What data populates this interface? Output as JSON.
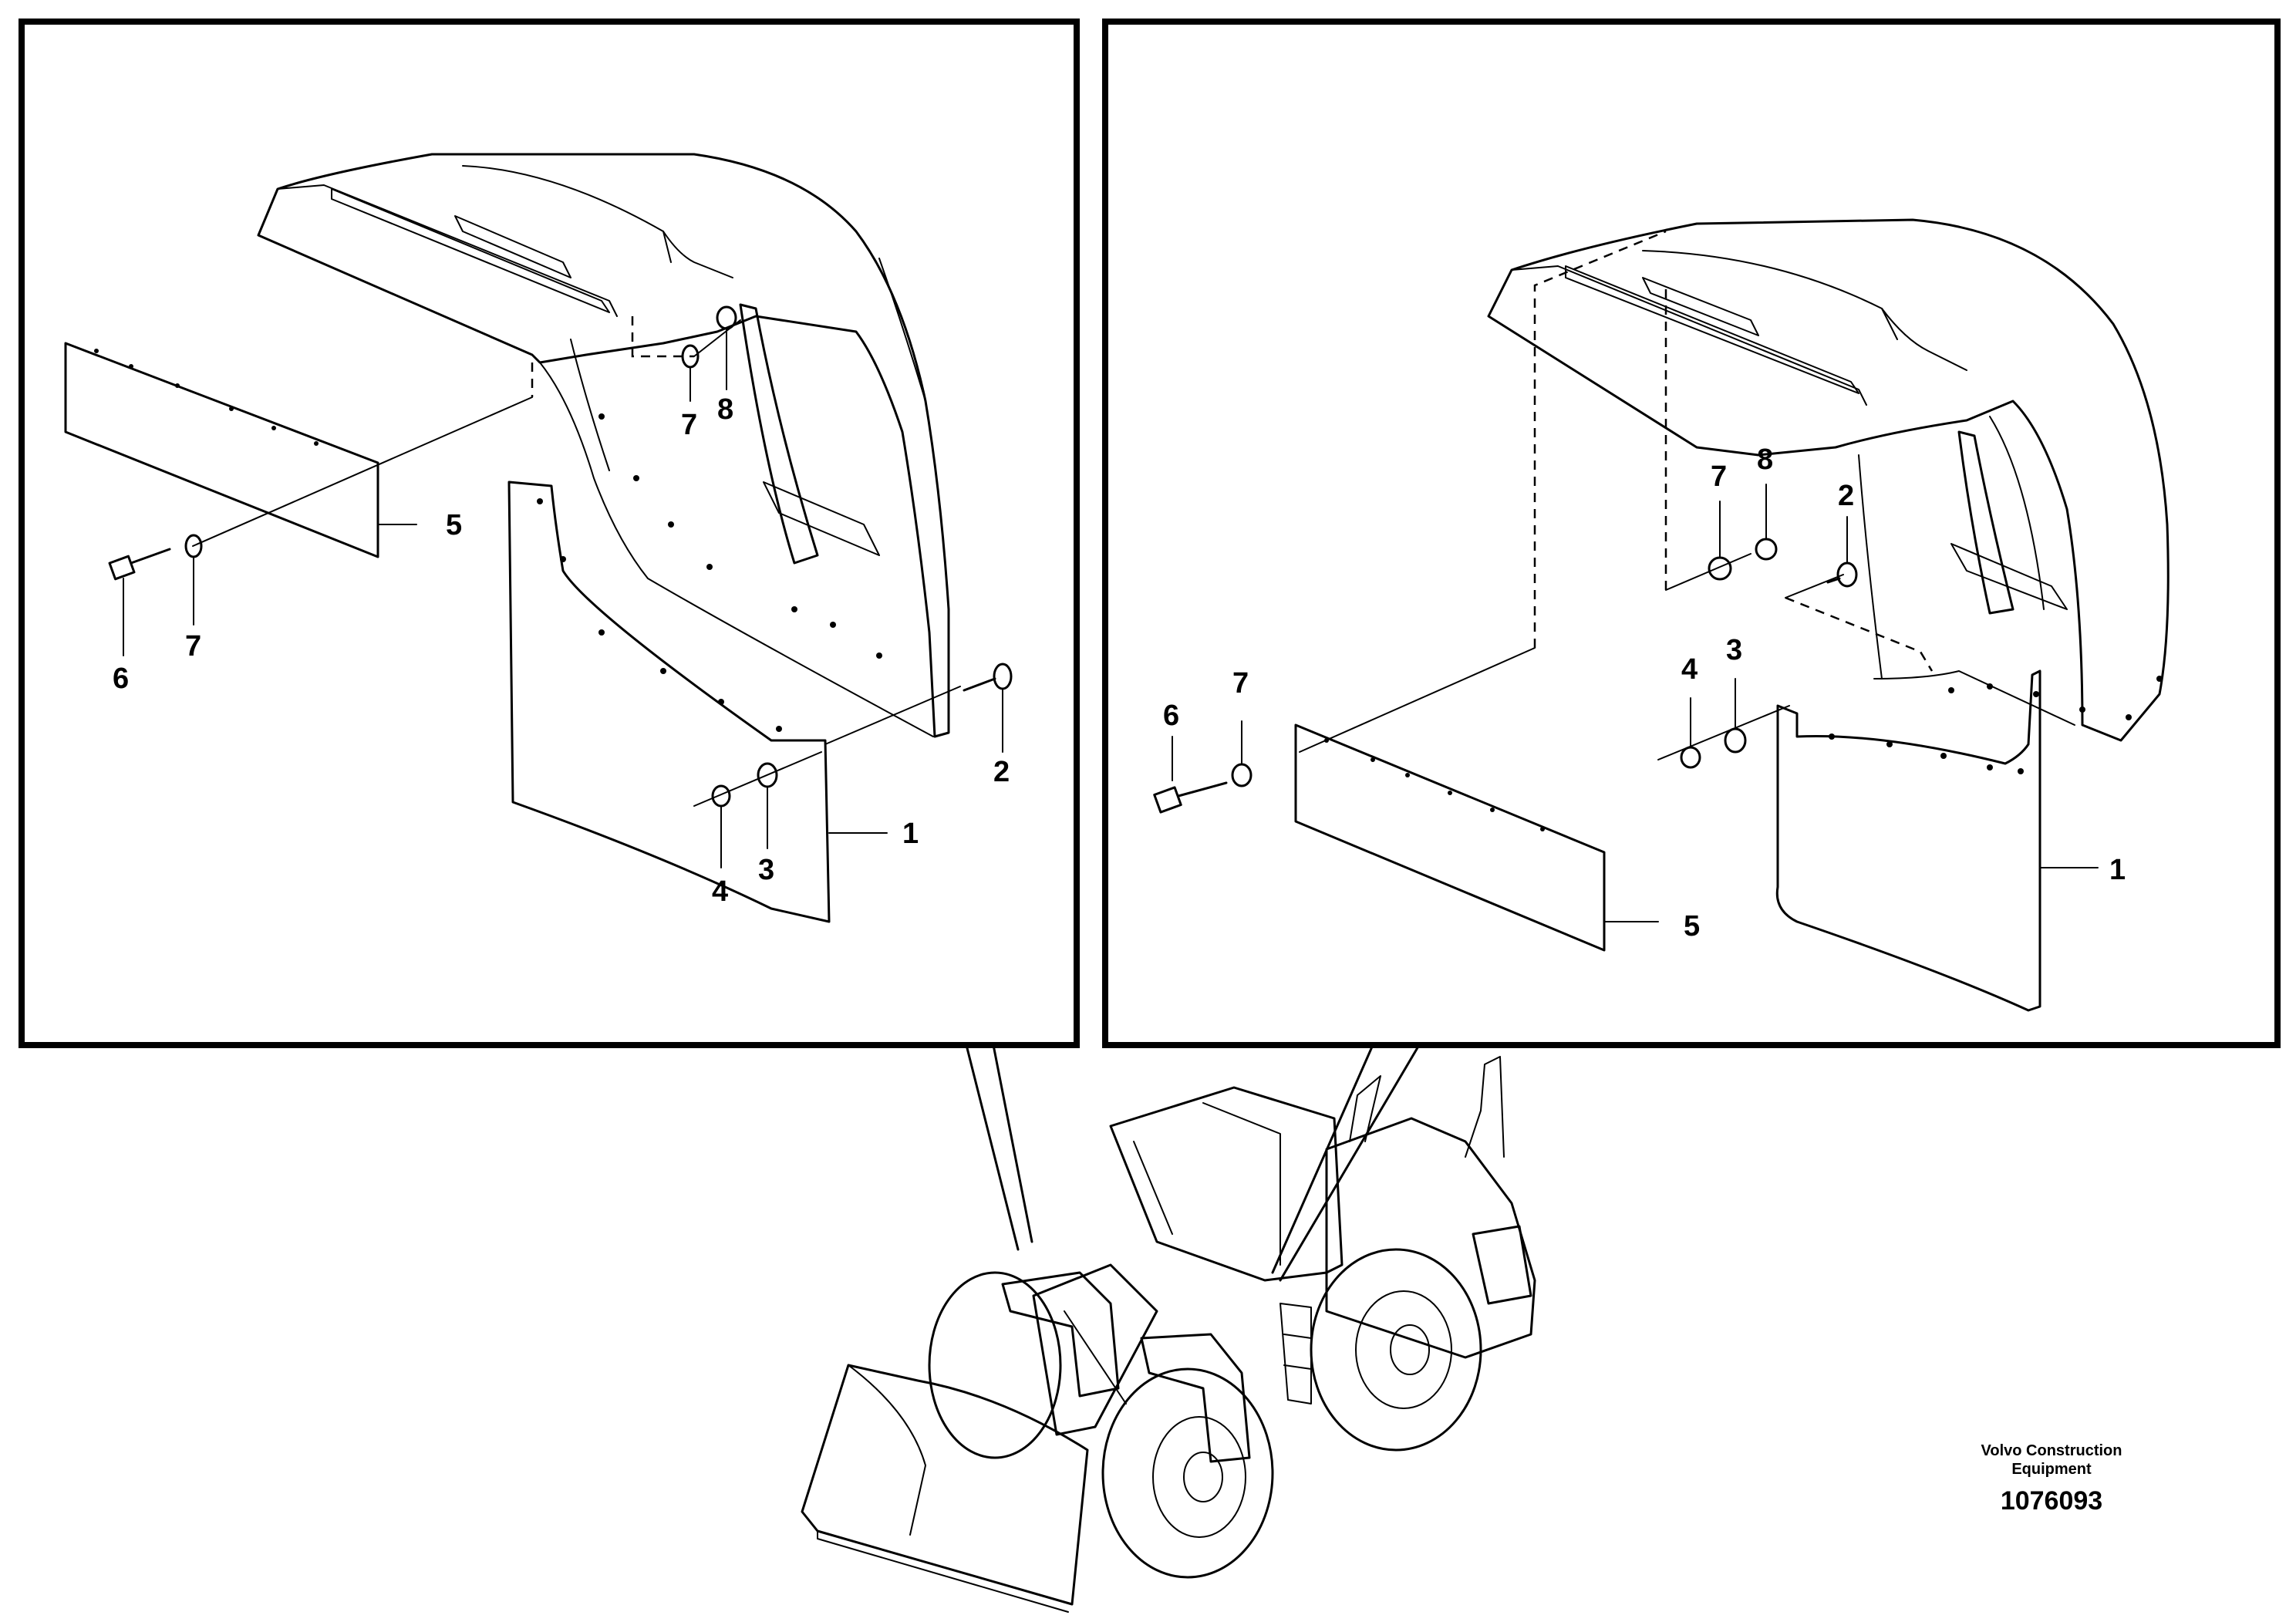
{
  "left_panel": {
    "labels": {
      "p1": "1",
      "p2": "2",
      "p3": "3",
      "p4": "4",
      "p5": "5",
      "p6": "6",
      "p7a": "7",
      "p7b": "7",
      "p8": "8"
    }
  },
  "right_panel": {
    "labels": {
      "p1": "1",
      "p2": "2",
      "p3": "3",
      "p4": "4",
      "p5": "5",
      "p6": "6",
      "p7a": "7",
      "p7b": "7",
      "p8": "8"
    }
  },
  "caption": {
    "company_line1": "Volvo Construction",
    "company_line2": "Equipment",
    "drawing_number": "1076093"
  }
}
